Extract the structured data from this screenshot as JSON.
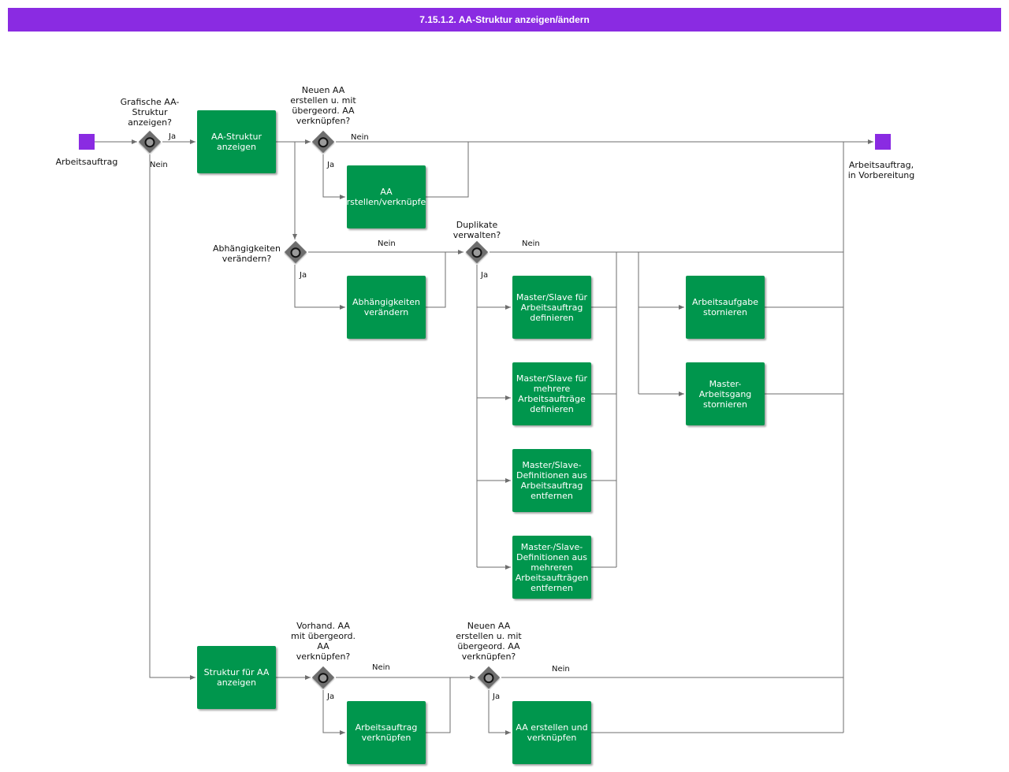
{
  "header": {
    "title": "7.15.1.2. AA-Struktur anzeigen/ändern"
  },
  "colors": {
    "header": "#8a2be2",
    "task": "#00964d",
    "event": "#8a2be2",
    "gateway": "#6e6e6e",
    "connector": "#6e6e6e"
  },
  "events": {
    "start": "Arbeitsauftrag",
    "end": "Arbeitsauftrag,\nin Vorbereitung"
  },
  "gateways": {
    "g1": "Grafische AA-\nStruktur\nanzeigen?",
    "g2": "Neuen AA\nerstellen u. mit\nübergeord. AA\nverknüpfen?",
    "g3": "Abhängigkeiten\nverändern?",
    "g4": "Duplikate\nverwalten?",
    "g5": "Vorhand. AA\nmit übergeord.\nAA\nverknüpfen?",
    "g6": "Neuen AA\nerstellen u. mit\nübergeord. AA\nverknüpfen?"
  },
  "tasks": {
    "t_struktur": "AA-Struktur\nanzeigen",
    "t_aa_erstellen": "AA\nerstellen/verknüpfen",
    "t_abh": "Abhängigkeiten\nverändern",
    "t_ms1": "Master/Slave für\nArbeitsauftrag\ndefinieren",
    "t_ms2": "Master/Slave für\nmehrere\nArbeitsaufträge\ndefinieren",
    "t_ms3": "Master/Slave-\nDefinitionen aus\nArbeitsauftrag\nentfernen",
    "t_ms4": "Master-/Slave-\nDefinitionen aus\nmehreren\nArbeitsaufträgen\nentfernen",
    "t_aufgabe": "Arbeitsaufgabe\nstornieren",
    "t_arbeitsgang": "Master-\nArbeitsgang\nstornieren",
    "t_struktur_aa": "Struktur für AA\nanzeigen",
    "t_aa_verkn": "Arbeitsauftrag\nverknüpfen",
    "t_aa_erst_verkn": "AA erstellen und\nverknüpfen"
  },
  "flow_labels": {
    "yes": "Ja",
    "no": "Nein"
  }
}
